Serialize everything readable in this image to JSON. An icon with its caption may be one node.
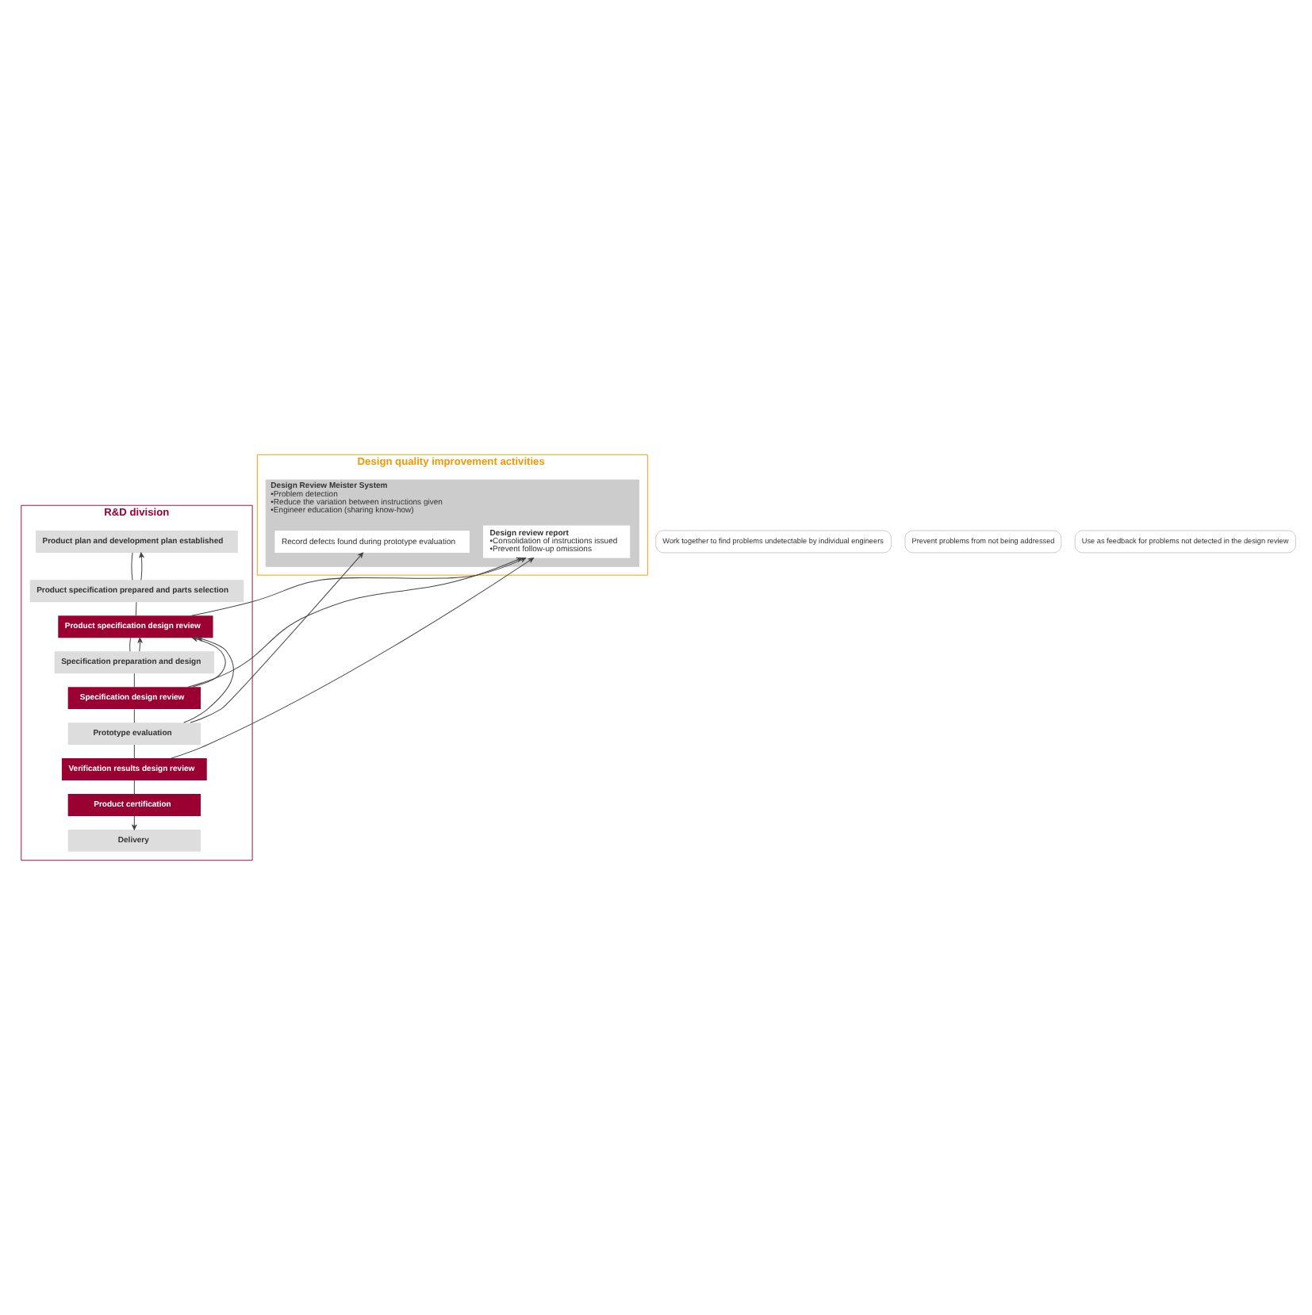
{
  "diagram": {
    "nodes": [
      {
        "text": [
          "R&D division"
        ]
      },
      {
        "text": [
          "Product plan and development plan established"
        ],
        "in": 0
      },
      {
        "text": [
          "Product specification prepared and parts selection"
        ],
        "in": 0
      },
      {
        "text": [
          "Product specification design review"
        ],
        "in": 0
      },
      {
        "text": [
          "Specification preparation and design"
        ],
        "in": 0
      },
      {
        "text": [
          "Specification design review"
        ],
        "in": 0
      },
      {
        "text": [
          "Prototype evaluation"
        ],
        "in": 0
      },
      {
        "text": [
          "Verification results design review"
        ],
        "in": 0
      },
      {
        "text": [
          "Product certification"
        ],
        "in": 0
      },
      {
        "text": [
          "Delivery"
        ],
        "in": 0
      },
      {
        "text": [
          "Design quality improvement activities"
        ]
      },
      {
        "text": [
          "Design Review Meister System",
          "•Problem detection",
          "•Reduce the variation between instructions given",
          "•Engineer education (sharing know-how)"
        ],
        "in": 10
      },
      {
        "text": [
          "Design review report",
          "•Consolidation of instructions issued",
          "•Prevent follow-up omissions"
        ],
        "in": 11
      },
      {
        "text": [
          "Record defects found during prototype evaluation"
        ],
        "in": 11
      },
      {
        "text": [
          "Work together to find problems undetectable by individual engineers"
        ]
      },
      {
        "text": [
          "Prevent problems from not being addressed"
        ]
      },
      {
        "text": [
          "Use as feedback for problems not detected in the design review"
        ]
      }
    ],
    "edges": [
      {
        "from": 1,
        "to": 2,
        "arrow": "none"
      },
      {
        "from": 2,
        "to": 3,
        "arrow": "none"
      },
      {
        "from": 3,
        "to": 4,
        "arrow": "none"
      },
      {
        "from": 4,
        "to": 5,
        "arrow": "none"
      },
      {
        "from": 5,
        "to": 6,
        "arrow": "none"
      },
      {
        "from": 6,
        "to": 7,
        "arrow": "none"
      },
      {
        "from": 7,
        "to": 8,
        "arrow": "none"
      },
      {
        "from": 8,
        "to": 9,
        "arrow": "to"
      },
      {
        "from": 2,
        "to": 1,
        "arrow": "to"
      },
      {
        "from": 4,
        "to": 3,
        "arrow": "to"
      },
      {
        "from": 5,
        "to": 3,
        "arrow": "to"
      },
      {
        "from": 6,
        "to": 3,
        "arrow": "to"
      },
      {
        "from": 3,
        "to": 12,
        "arrow": "to"
      },
      {
        "from": 5,
        "to": 12,
        "arrow": "to"
      },
      {
        "from": 7,
        "to": 12,
        "arrow": "to"
      },
      {
        "from": 6,
        "to": 13,
        "arrow": "to"
      }
    ]
  }
}
